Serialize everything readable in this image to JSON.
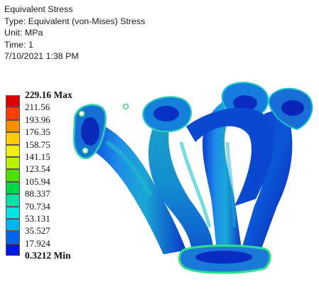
{
  "result_info": {
    "title": "Equivalent Stress",
    "type": "Type: Equivalent (von-Mises) Stress",
    "unit": "Unit: MPa",
    "time": "Time: 1",
    "date": "7/10/2021 1:38 PM"
  },
  "legend": {
    "max_label": "229.16 Max",
    "min_label": "0.3212 Min",
    "values": [
      "229.16 Max",
      "211.56",
      "193.96",
      "176.35",
      "158.75",
      "141.15",
      "123.54",
      "105.94",
      "88.337",
      "70.734",
      "53.131",
      "35.527",
      "17.924",
      "0.3212 Min"
    ],
    "colors": [
      "#e00000",
      "#ff4000",
      "#ff8c00",
      "#ffcc00",
      "#f0f000",
      "#b8f000",
      "#4ee000",
      "#00d84a",
      "#00e2a8",
      "#00e4e4",
      "#00b4f2",
      "#0066ee",
      "#0018e0"
    ]
  },
  "model": {
    "description_icon": "exhaust-manifold-model"
  }
}
